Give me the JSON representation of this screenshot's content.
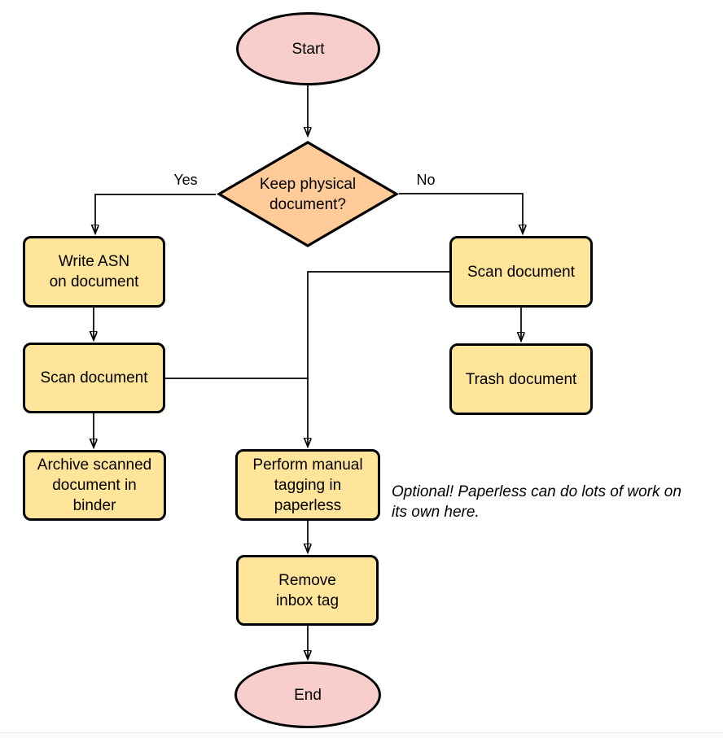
{
  "nodes": {
    "start": {
      "label": "Start"
    },
    "decision": {
      "label": "Keep physical\ndocument?"
    },
    "write_asn": {
      "label": "Write ASN\non document"
    },
    "scan_left": {
      "label": "Scan document"
    },
    "archive": {
      "label": "Archive scanned\ndocument in\nbinder"
    },
    "scan_right": {
      "label": "Scan document"
    },
    "trash": {
      "label": "Trash document"
    },
    "tagging": {
      "label": "Perform manual\ntagging in\npaperless"
    },
    "remove_inbox": {
      "label": "Remove\ninbox tag"
    },
    "end": {
      "label": "End"
    }
  },
  "edge_labels": {
    "yes": "Yes",
    "no": "No"
  },
  "annotation": "Optional! Paperless can do lots of work on\nits own here.",
  "colors": {
    "terminal_fill": "#F8CECC",
    "decision_fill": "#FFCC99",
    "process_fill": "#FFE599",
    "stroke": "#000000"
  }
}
